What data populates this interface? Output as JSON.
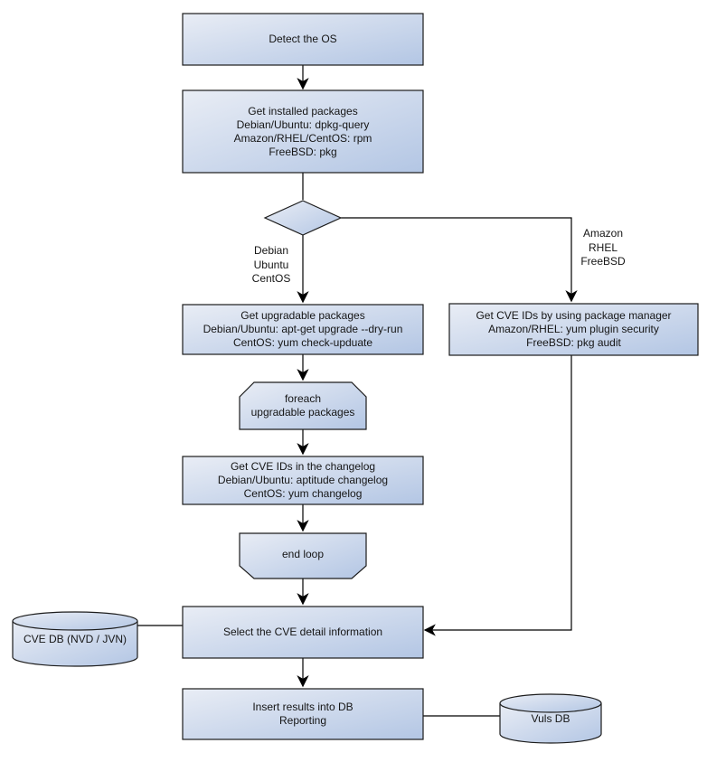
{
  "colors": {
    "background": "#ffffff",
    "node_border": "#1c1c1c",
    "node_fill_light": "#e9edf5",
    "node_fill_dark": "#b3c6e4",
    "connector": "#000000",
    "text": "#151515"
  },
  "nodes": {
    "detect_os": {
      "label": "Detect the OS"
    },
    "get_installed_packages": {
      "label": "Get installed packages\nDebian/Ubuntu: dpkg-query\nAmazon/RHEL/CentOS: rpm\nFreeBSD: pkg"
    },
    "get_upgradable_packages": {
      "label": "Get upgradable packages\nDebian/Ubuntu: apt-get upgrade --dry-run\nCentOS: yum check-upduate"
    },
    "get_cve_ids_package_manager": {
      "label": "Get CVE IDs by using package manager\nAmazon/RHEL: yum plugin security\nFreeBSD: pkg audit"
    },
    "foreach_loop_start": {
      "label": "foreach\nupgradable packages"
    },
    "get_cve_ids_changelog": {
      "label": "Get CVE IDs in the changelog\nDebian/Ubuntu: aptitude changelog\nCentOS: yum changelog"
    },
    "loop_end": {
      "label": "end loop"
    },
    "select_cve_detail": {
      "label": "Select the CVE detail information"
    },
    "cve_db": {
      "label": "CVE DB (NVD / JVN)"
    },
    "insert_results": {
      "label": "Insert results into DB\nReporting"
    },
    "vuls_db": {
      "label": "Vuls DB"
    }
  },
  "branch_labels": {
    "left": "Debian\nUbuntu\nCentOS",
    "right": "Amazon\nRHEL\nFreeBSD"
  }
}
